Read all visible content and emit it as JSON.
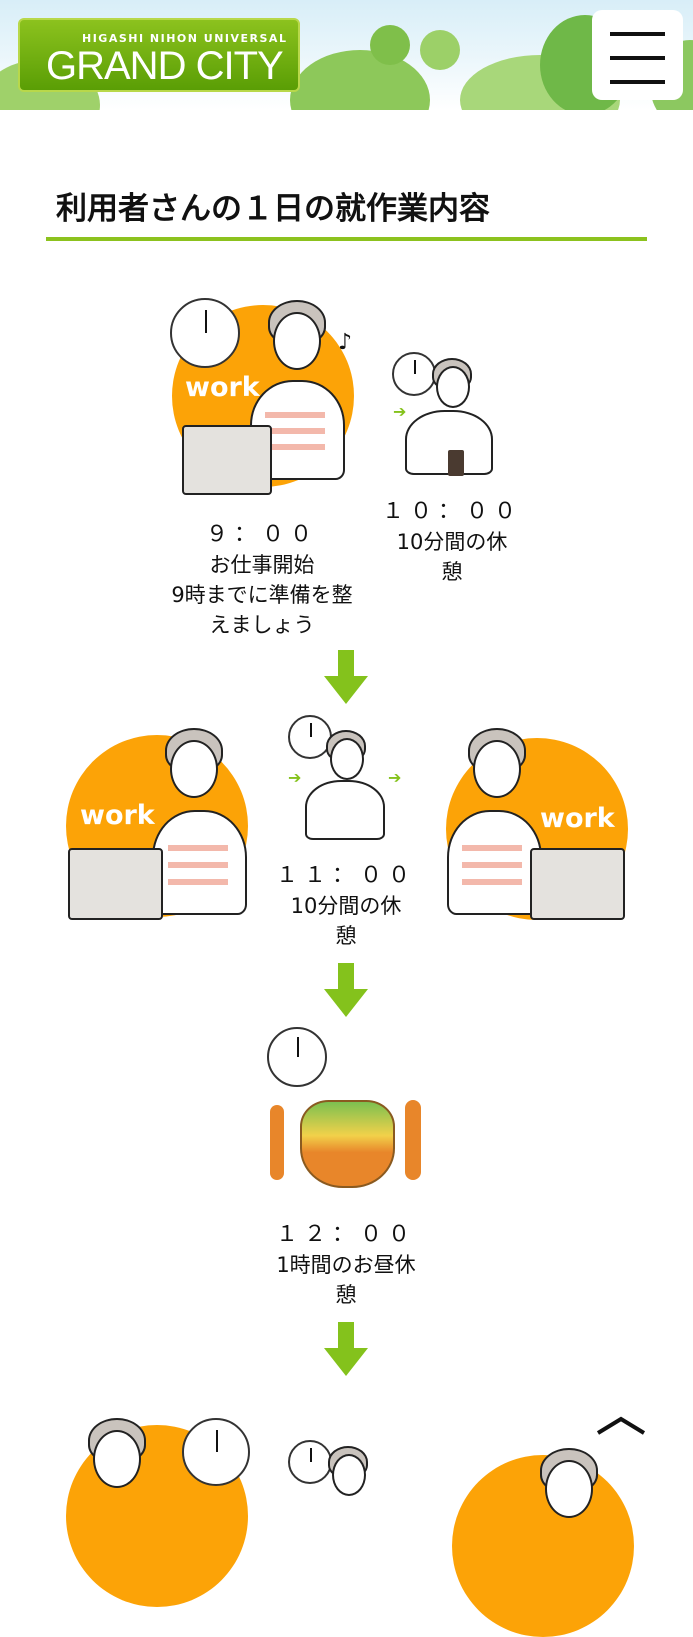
{
  "header": {
    "logo_subtitle": "HIGASHI NIHON UNIVERSAL",
    "logo_title": "GRAND CITY",
    "menu_icon": "hamburger-icon"
  },
  "page": {
    "title": "利用者さんの１日の就作業内容"
  },
  "schedule": [
    {
      "time": "９：００",
      "lines": [
        "お仕事開始",
        "9時までに準備を整",
        "えましょう"
      ],
      "badge": "work"
    },
    {
      "time": "１０：００",
      "lines": [
        "10分間の休",
        "憩"
      ]
    },
    {
      "time": "１１：００",
      "lines": [
        "10分間の休",
        "憩"
      ],
      "badges": [
        "work",
        "work"
      ]
    },
    {
      "time": "１２：００",
      "lines": [
        "1時間のお昼休",
        "憩"
      ]
    }
  ],
  "colors": {
    "accent": "#8cc21e",
    "orange": "#fca307"
  }
}
